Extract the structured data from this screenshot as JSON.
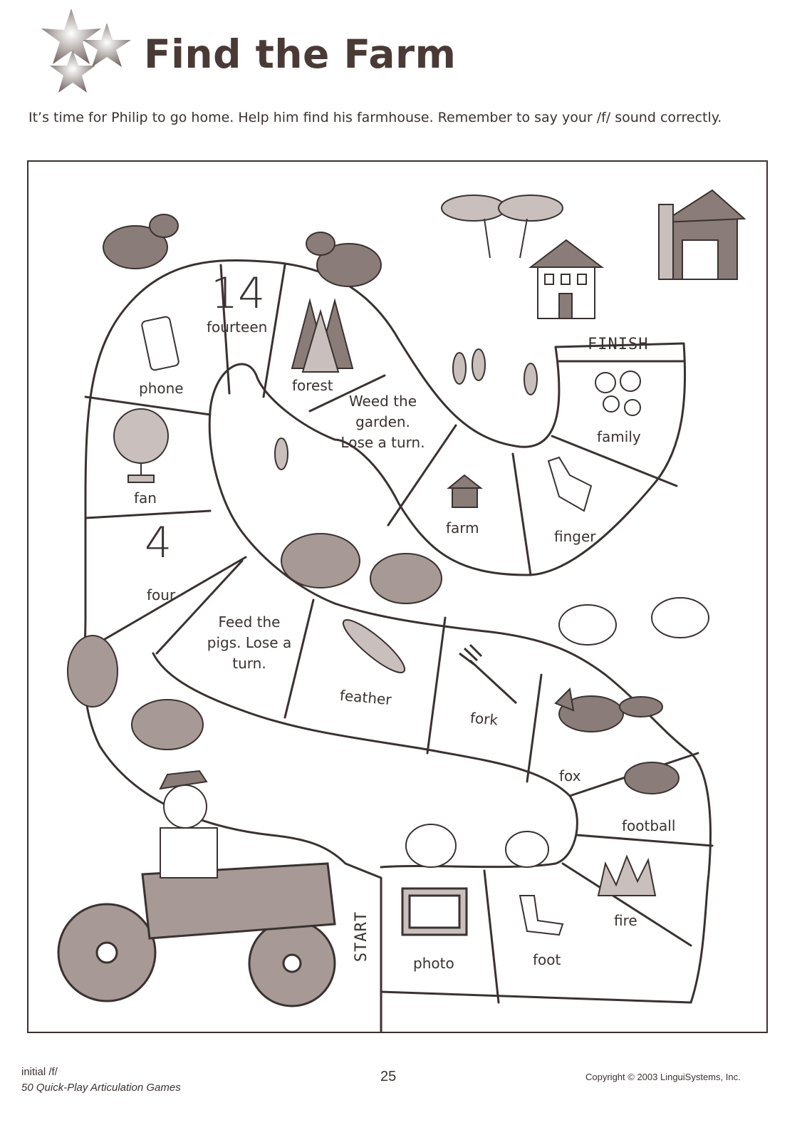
{
  "page": {
    "title": "Find the Farm",
    "instructions": "It’s time for Philip to go home.  Help him find his farmhouse.  Remember to say your /f/ sound correctly."
  },
  "board": {
    "finish_label": "FINISH",
    "start_label": "START",
    "spaces": {
      "family": "family",
      "finger": "finger",
      "farm": "farm",
      "weed": "Weed the garden. Lose a turn.",
      "forest": "forest",
      "fourteen_num": "14",
      "fourteen": "fourteen",
      "phone": "phone",
      "fan": "fan",
      "four_num": "4",
      "four": "four",
      "pigs": "Feed the pigs. Lose a turn.",
      "feather": "feather",
      "fork": "fork",
      "fox": "fox",
      "football": "football",
      "fire": "fire",
      "foot": "foot",
      "photo": "photo"
    },
    "colors": {
      "ink": "#3a3230",
      "shade": "#8a7c78",
      "light": "#c9c0bd"
    }
  },
  "footer": {
    "skill": "initial /f/",
    "book": "50 Quick-Play Articulation Games",
    "page_number": "25",
    "copyright": "Copyright © 2003 LinguiSystems, Inc."
  }
}
